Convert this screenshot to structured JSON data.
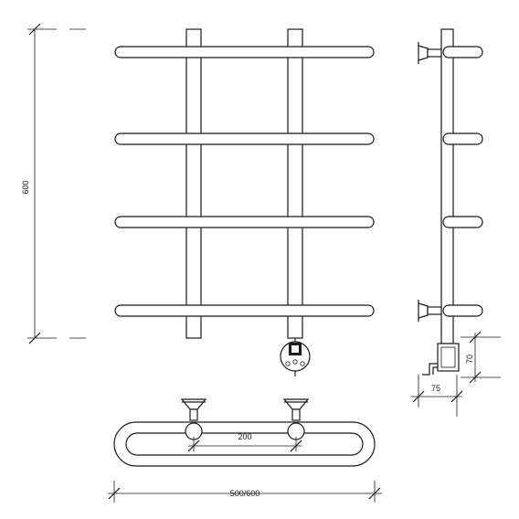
{
  "dimensions": {
    "height": "600",
    "width": "500/600",
    "center_distance": "200",
    "side_height": "70",
    "side_depth": "75"
  }
}
